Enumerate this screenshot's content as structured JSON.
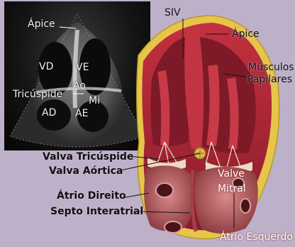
{
  "ultrasound": {
    "labels": {
      "apice": "Ápice",
      "ve": "VE",
      "vd": "VD",
      "ao": "Ao",
      "tricuspide": "Tricúspide",
      "mi": "Mi",
      "ad": "AD",
      "ae": "AE"
    }
  },
  "anatomy": {
    "labels": {
      "siv": "SIV",
      "apice": "Ápice",
      "musculos": "Músculos",
      "papilares": "Papilares",
      "valva_tricuspide": "Valva Tricúspide",
      "valva_aortica": "Valva Aórtica",
      "atrio_direito": "Átrio Direito",
      "septo_interatrial": "Septo Interatrial",
      "valve": "Valve",
      "mitral": "Mitral",
      "atrio_esquerdo": "Átrio Esquerdo"
    }
  },
  "colors": {
    "background": "#bdb0c9",
    "muscle": "#b3243a",
    "fat": "#e8c84a",
    "chamber": "#8e3038",
    "valve": "#e9dcc6"
  }
}
